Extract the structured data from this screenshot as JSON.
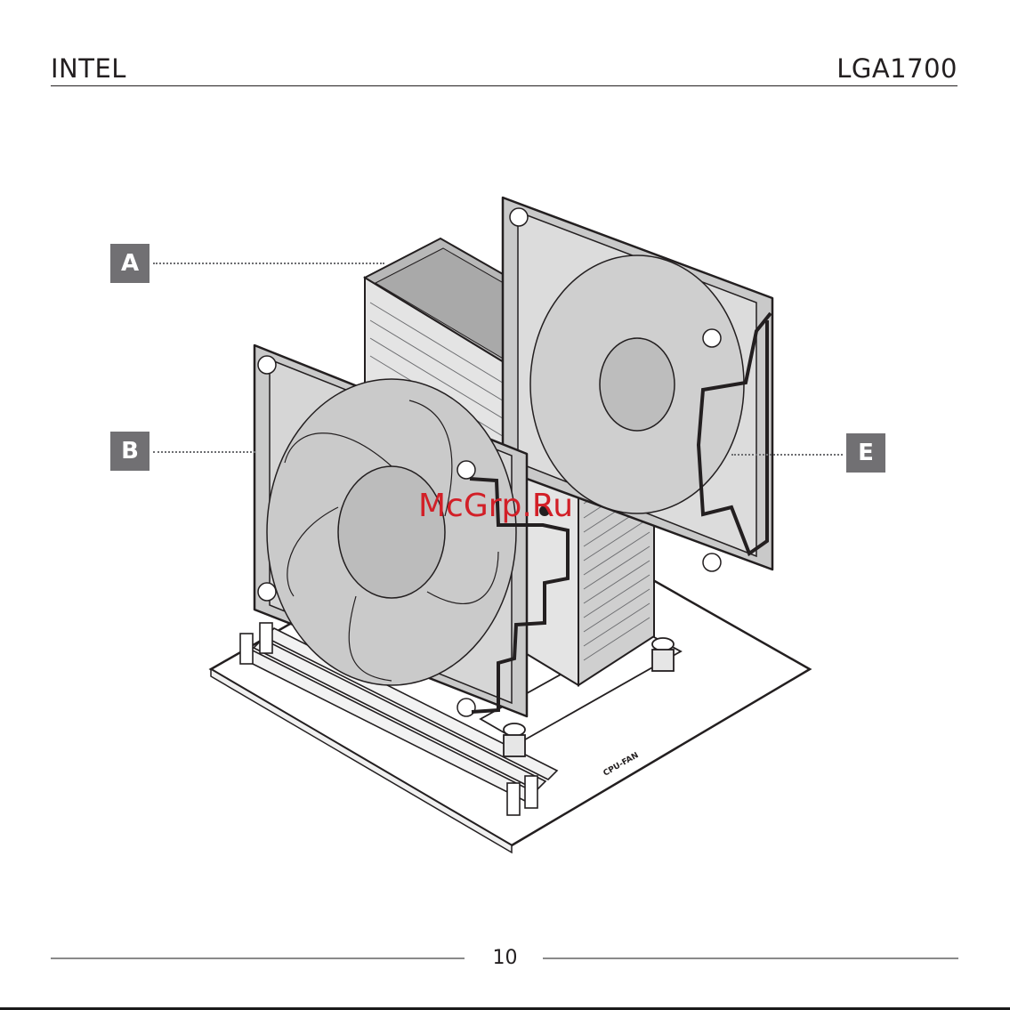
{
  "header": {
    "left": "INTEL",
    "right": "LGA1700"
  },
  "callouts": {
    "a": "A",
    "b": "B",
    "e": "E"
  },
  "board_label": "CPU-FAN",
  "watermark": "McGrp.Ru",
  "footer": {
    "page_number": "10"
  }
}
